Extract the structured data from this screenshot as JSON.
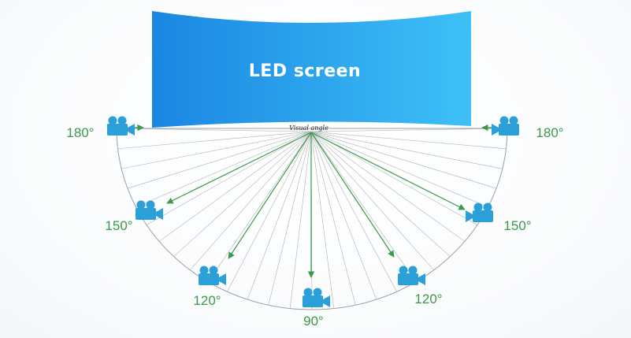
{
  "screen": {
    "label": "LED screen",
    "gradient_start": "#1e8ce6",
    "gradient_end": "#38bdf8"
  },
  "center_label": "Visual angle",
  "colors": {
    "arrow": "#3a9a4a",
    "label": "#3a9a4a",
    "thin_lines": "#b8bcc0",
    "arc": "#9aa0a6",
    "camera": "#2a9fd8"
  },
  "cameras": [
    {
      "id": "left-180",
      "angle_label": "180°",
      "icon": "video-camera-icon"
    },
    {
      "id": "left-150",
      "angle_label": "150°",
      "icon": "video-camera-icon"
    },
    {
      "id": "left-120",
      "angle_label": "120°",
      "icon": "video-camera-icon"
    },
    {
      "id": "center-90",
      "angle_label": "90°",
      "icon": "video-camera-icon"
    },
    {
      "id": "right-120",
      "angle_label": "120°",
      "icon": "video-camera-icon"
    },
    {
      "id": "right-150",
      "angle_label": "150°",
      "icon": "video-camera-icon"
    },
    {
      "id": "right-180",
      "angle_label": "180°",
      "icon": "video-camera-icon"
    }
  ]
}
